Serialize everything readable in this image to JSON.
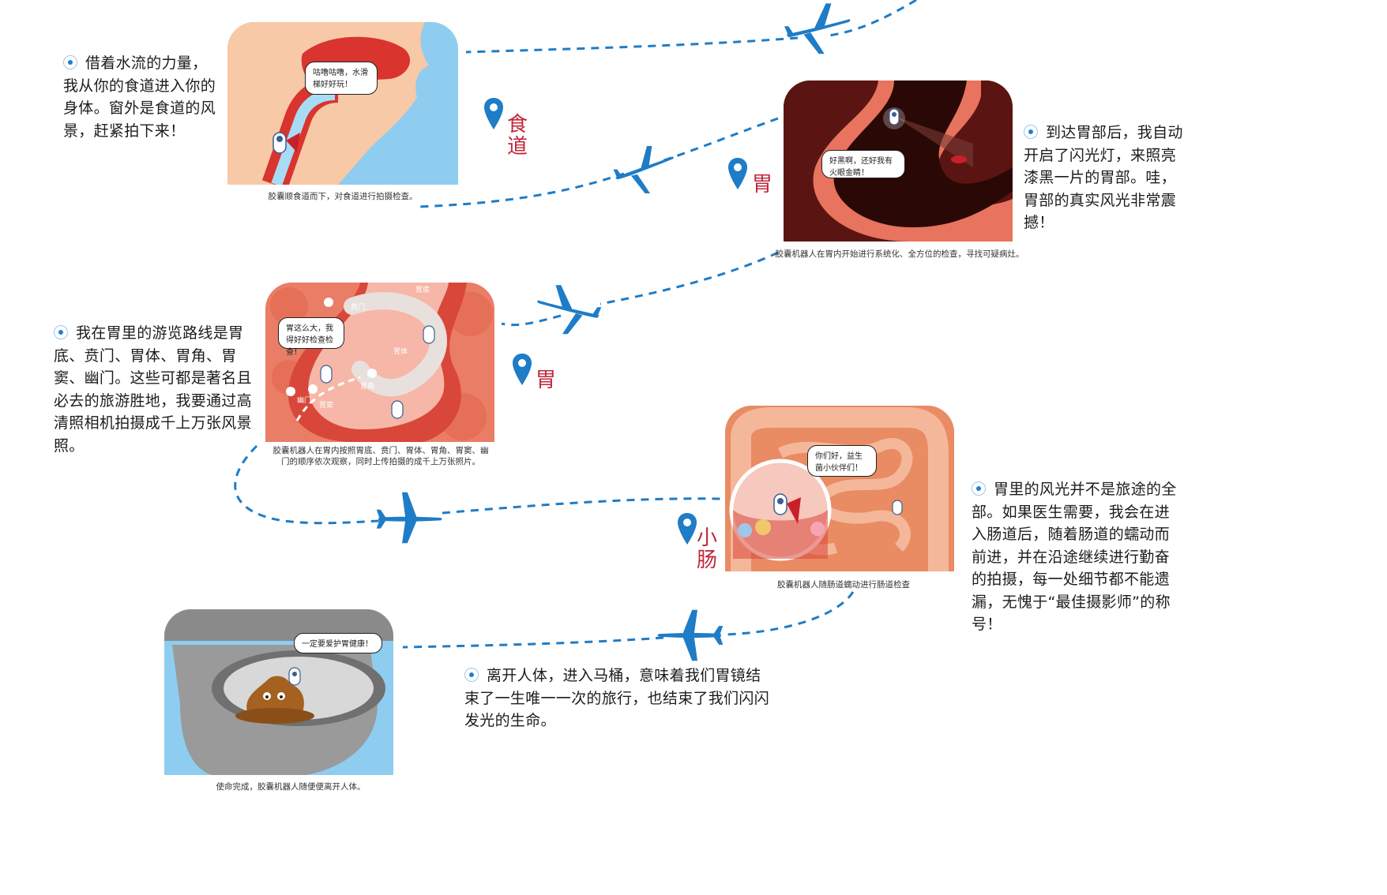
{
  "stops": [
    {
      "location": "食道",
      "text": "借着水流的力量，我从你的食道进入你的身体。窗外是食道的风景，赶紧拍下来！",
      "bubble": "咕噜咕噜，水滑梯好好玩！",
      "caption": "胶囊顺食道而下，对食道进行拍摄检查。"
    },
    {
      "location": "胃",
      "text": "到达胃部后，我自动开启了闪光灯，来照亮漆黑一片的胃部。哇，胃部的真实风光非常震撼！",
      "bubble": "好黑啊，还好我有火眼金睛！",
      "caption": "胶囊机器人在胃内开始进行系统化、全方位的检查，寻找可疑病灶。"
    },
    {
      "location": "胃",
      "text": "我在胃里的游览路线是胃底、贲门、胃体、胃角、胃窦、幽门。这些可都是著名且必去的旅游胜地，我要通过高清照相机拍摄成千上万张风景照。",
      "bubble": "胃这么大，我得好好检查检查！",
      "caption": "胶囊机器人在胃内按照胃底、贲门、胃体、胃角、胃窦、幽门的顺序依次观察，同时上传拍摄的成千上万张照片。",
      "labels": [
        "胃底",
        "贲门",
        "胃体",
        "胃角",
        "幽门",
        "胃窦"
      ]
    },
    {
      "location": "小肠",
      "text": "胃里的风光并不是旅途的全部。如果医生需要，我会在进入肠道后，随着肠道的蠕动而前进，并在沿途继续进行勤奋的拍摄，每一处细节都不能遗漏，无愧于“最佳摄影师”的称号！",
      "bubble": "你们好，益生菌小伙伴们！",
      "caption": "胶囊机器人随肠道蠕动进行肠道检查"
    },
    {
      "text": "离开人体，进入马桶，意味着我们胃镜结束了一生唯一一次的旅行，也结束了我们闪闪发光的生命。",
      "bubble": "一定要爱护胃健康！",
      "caption": "使命完成，胶囊机器人随便便离开人体。"
    }
  ],
  "colors": {
    "route": "#1f7cc6",
    "pin": "#1f7cc6",
    "location_text": "#c0273a",
    "sky": "#8ecdf0",
    "skin": "#f7c9a6",
    "stomach_dark": "#5a1512",
    "stomach_light": "#e8735e",
    "intestine": "#e98b63",
    "toilet": "#8a8a8a"
  },
  "icons": [
    "airplane-icon",
    "location-pin-icon",
    "bullet-dot-icon",
    "capsule-robot-icon"
  ]
}
